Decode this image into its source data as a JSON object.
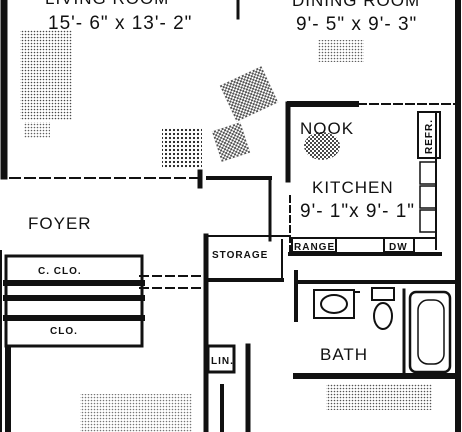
{
  "plan": {
    "living_room": {
      "name": "LIVING ROOM",
      "dimensions": "15'- 6\" x 13'- 2\""
    },
    "dining_room": {
      "name": "DINING ROOM",
      "dimensions": "9'- 5\" x 9'- 3\""
    },
    "nook": {
      "name": "NOOK"
    },
    "kitchen": {
      "name": "KITCHEN",
      "dimensions": "9'- 1\"x 9'- 1\""
    },
    "refrigerator": {
      "label": "REFR."
    },
    "range": {
      "label": "RANGE"
    },
    "dishwasher": {
      "label": "DW"
    },
    "storage": {
      "label": "STORAGE"
    },
    "foyer": {
      "name": "FOYER"
    },
    "closet_upper": {
      "label": "C. CLO."
    },
    "closet_lower": {
      "label": "CLO."
    },
    "linen": {
      "label": "LIN."
    },
    "bath": {
      "name": "BATH"
    }
  },
  "colors": {
    "ink": "#111111",
    "paper": "#ffffff",
    "pattern": "#1a1a1a"
  }
}
